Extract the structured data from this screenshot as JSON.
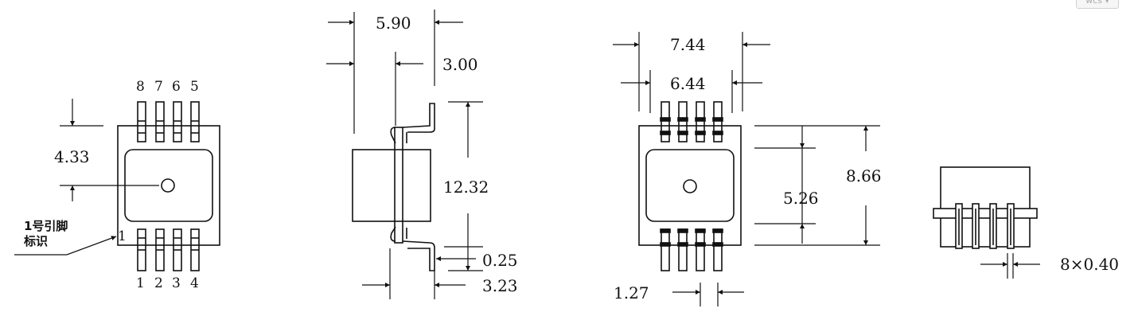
{
  "badge": "wcs ▾",
  "top_view": {
    "pins_top": [
      "8",
      "7",
      "6",
      "5"
    ],
    "pins_bottom": [
      "1",
      "2",
      "3",
      "4"
    ],
    "dim_height": "4.33",
    "pin1_mark": "1",
    "pin1_label_line1": "1号引脚",
    "pin1_label_line2": "标识"
  },
  "side_view": {
    "dim_width": "5.90",
    "dim_offset": "3.00",
    "dim_height": "12.32",
    "dim_thickness": "0.25",
    "dim_lead": "3.23"
  },
  "bottom_view": {
    "dim_outer": "7.44",
    "dim_inner": "6.44",
    "dim_total_height": "8.66",
    "dim_body_height": "5.26",
    "dim_pitch": "1.27"
  },
  "end_view": {
    "dim_lead_width": "8×0.40"
  }
}
